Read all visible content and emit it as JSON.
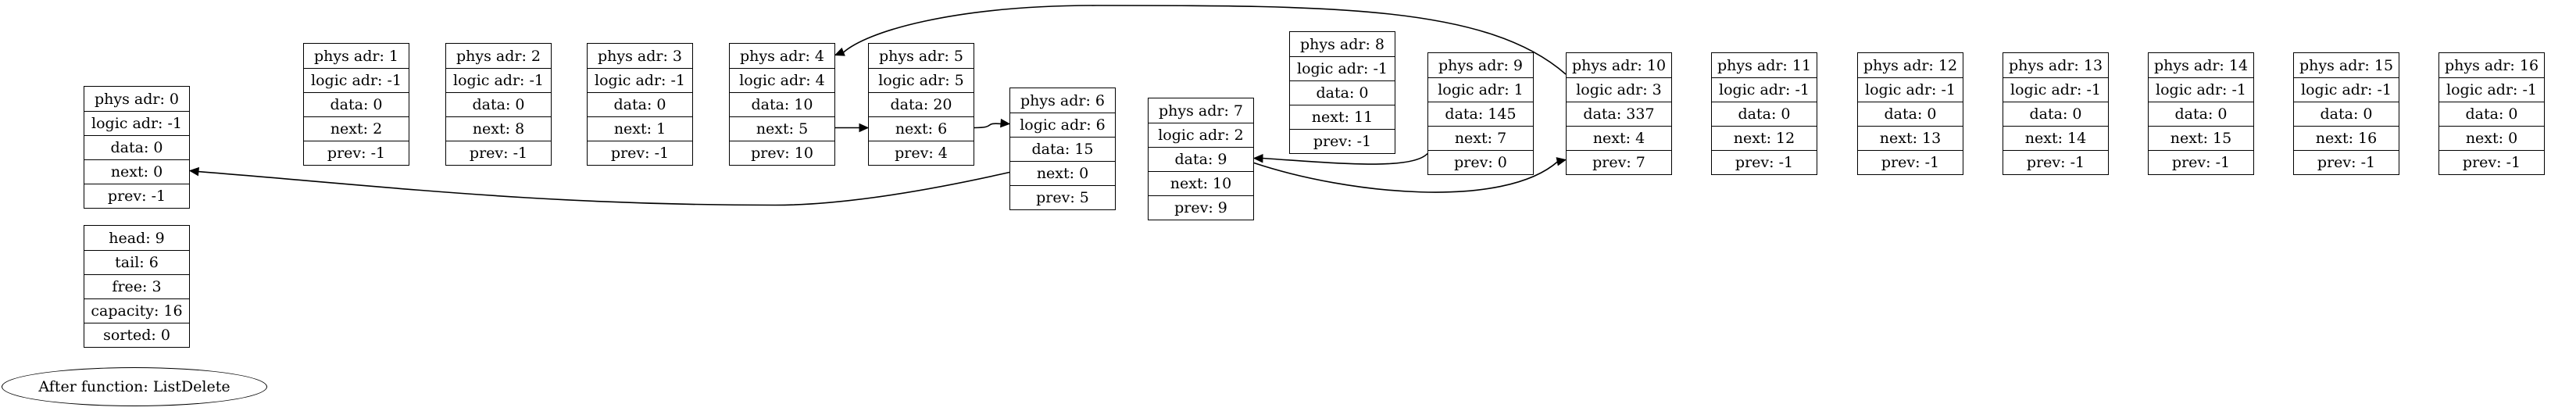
{
  "labels": {
    "phys": "phys adr",
    "logic": "logic adr",
    "data": "data",
    "next": "next",
    "prev": "prev"
  },
  "nodes": [
    {
      "phys": 0,
      "logic": -1,
      "data": 0,
      "next": 0,
      "prev": -1
    },
    {
      "phys": 1,
      "logic": -1,
      "data": 0,
      "next": 2,
      "prev": -1
    },
    {
      "phys": 2,
      "logic": -1,
      "data": 0,
      "next": 8,
      "prev": -1
    },
    {
      "phys": 3,
      "logic": -1,
      "data": 0,
      "next": 1,
      "prev": -1
    },
    {
      "phys": 4,
      "logic": 4,
      "data": 10,
      "next": 5,
      "prev": 10
    },
    {
      "phys": 5,
      "logic": 5,
      "data": 20,
      "next": 6,
      "prev": 4
    },
    {
      "phys": 6,
      "logic": 6,
      "data": 15,
      "next": 0,
      "prev": 5
    },
    {
      "phys": 7,
      "logic": 2,
      "data": 9,
      "next": 10,
      "prev": 9
    },
    {
      "phys": 8,
      "logic": -1,
      "data": 0,
      "next": 11,
      "prev": -1
    },
    {
      "phys": 9,
      "logic": 1,
      "data": 145,
      "next": 7,
      "prev": 0
    },
    {
      "phys": 10,
      "logic": 3,
      "data": 337,
      "next": 4,
      "prev": 7
    },
    {
      "phys": 11,
      "logic": -1,
      "data": 0,
      "next": 12,
      "prev": -1
    },
    {
      "phys": 12,
      "logic": -1,
      "data": 0,
      "next": 13,
      "prev": -1
    },
    {
      "phys": 13,
      "logic": -1,
      "data": 0,
      "next": 14,
      "prev": -1
    },
    {
      "phys": 14,
      "logic": -1,
      "data": 0,
      "next": 15,
      "prev": -1
    },
    {
      "phys": 15,
      "logic": -1,
      "data": 0,
      "next": 16,
      "prev": -1
    },
    {
      "phys": 16,
      "logic": -1,
      "data": 0,
      "next": 0,
      "prev": -1
    }
  ],
  "list_info": {
    "head": "head: 9",
    "tail": "tail: 6",
    "free": "free: 3",
    "capacity": "capacity: 16",
    "sorted": "sorted: 0"
  },
  "caption": "After function: ListDelete",
  "edges": [
    {
      "from": 4,
      "to": 5
    },
    {
      "from": 5,
      "to": 6
    },
    {
      "from": 6,
      "to": 0
    },
    {
      "from": 9,
      "to": 7
    },
    {
      "from": 7,
      "to": 10
    },
    {
      "from": 10,
      "to": 4
    }
  ]
}
